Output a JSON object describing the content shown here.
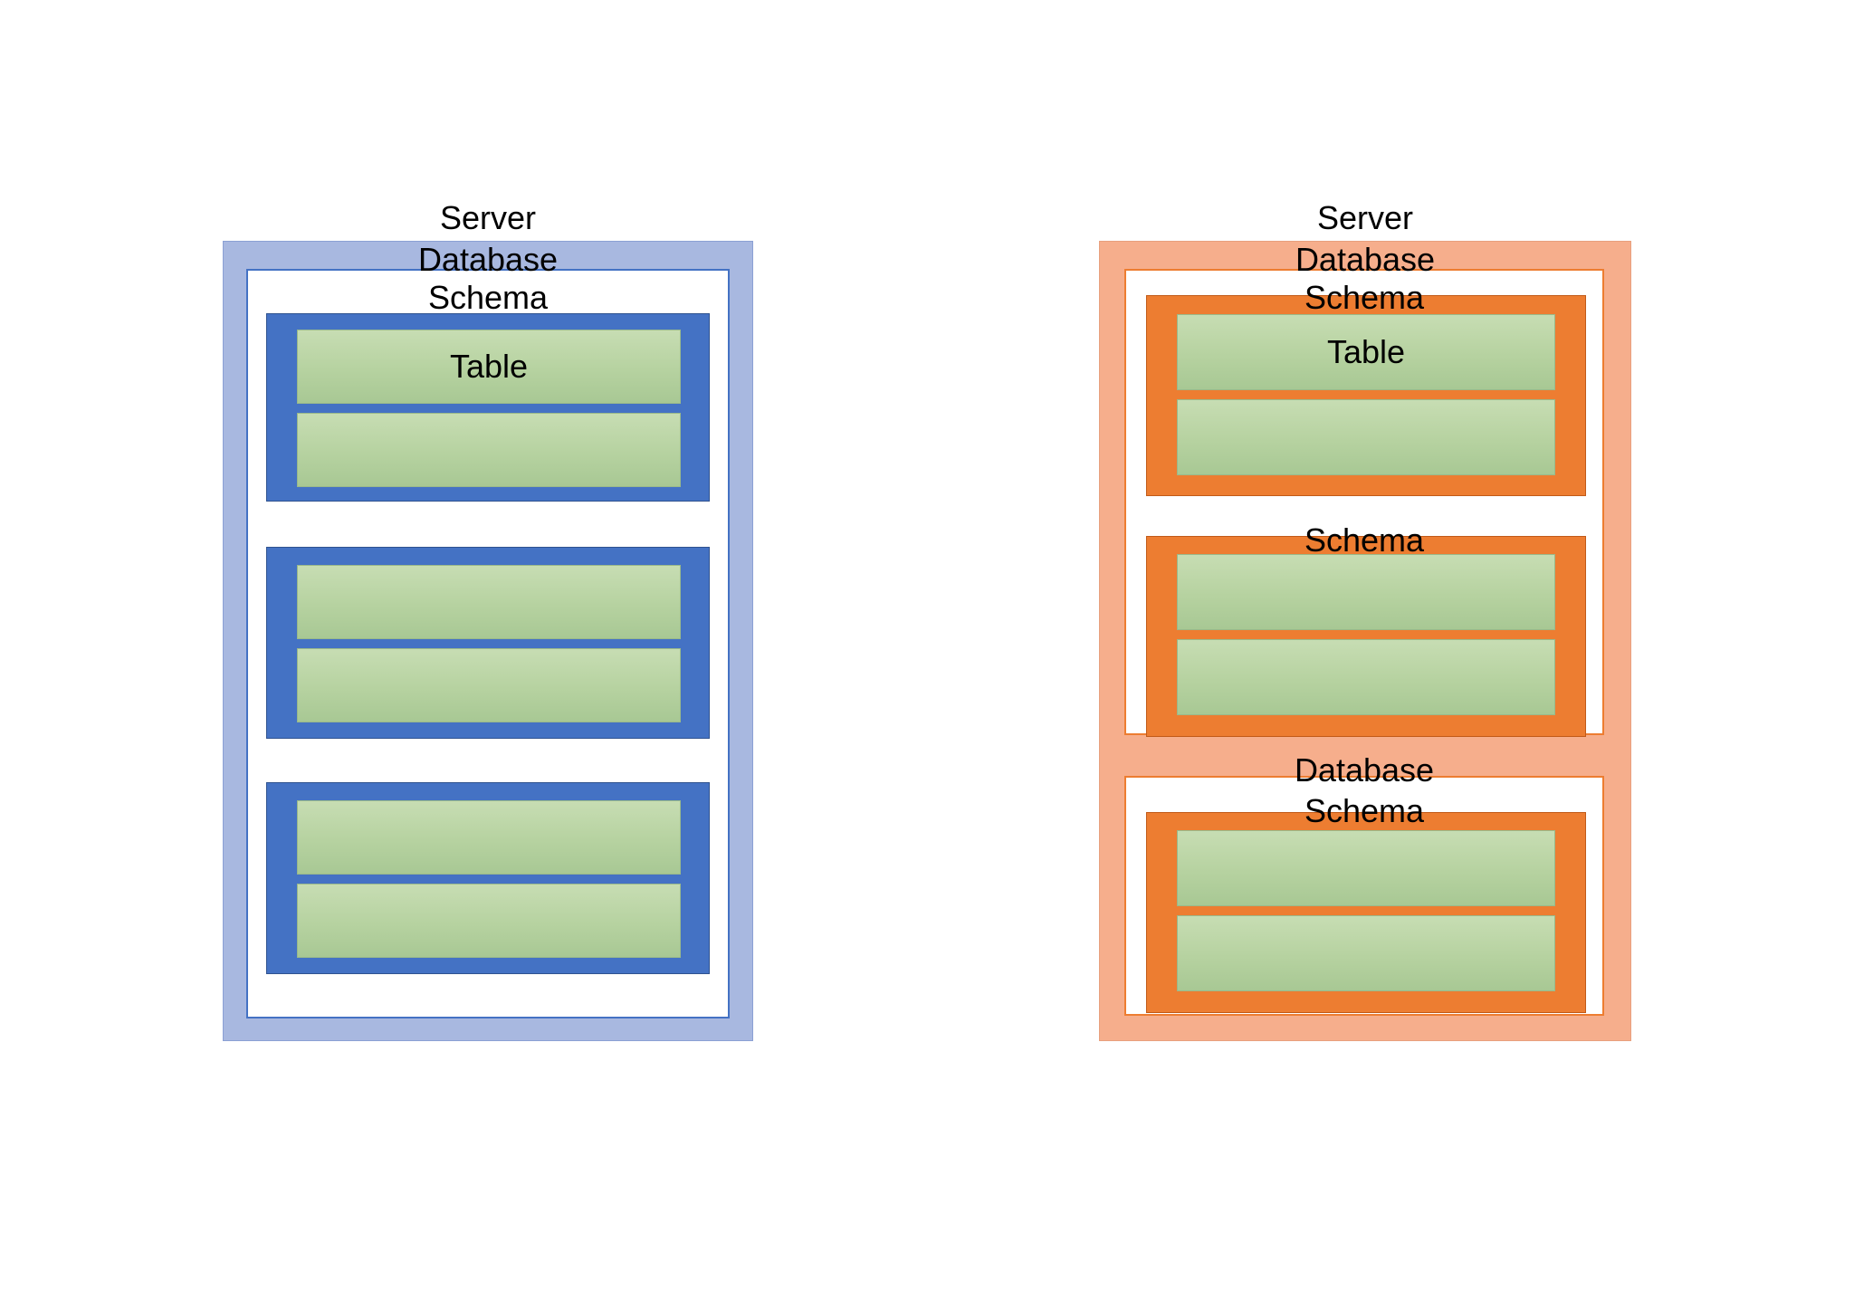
{
  "diagram": {
    "title_visible": false,
    "colors": {
      "server_blue": "#A8B8E0",
      "database_blue_border": "#4472C4",
      "schema_blue": "#4472C4",
      "server_orange": "#F6AE8C",
      "database_orange_border": "#ED7D31",
      "schema_orange": "#ED7D31",
      "table_green": "#B6D2A0",
      "background": "#FFFFFF",
      "text": "#000000"
    },
    "labels": {
      "server": "Server",
      "database": "Database",
      "schema": "Schema",
      "table": "Table"
    }
  },
  "left_diagram": {
    "variant": "blue",
    "server_label": "Server",
    "database_label": "Database",
    "schema_label": "Schema",
    "table_label": "Table",
    "databases": [
      {
        "label": "Database",
        "schemas": [
          {
            "label": "Schema",
            "tables": [
              {
                "label": "Table"
              },
              {
                "label": ""
              }
            ]
          },
          {
            "label": "",
            "tables": [
              {
                "label": ""
              },
              {
                "label": ""
              }
            ]
          },
          {
            "label": "",
            "tables": [
              {
                "label": ""
              },
              {
                "label": ""
              }
            ]
          }
        ]
      }
    ]
  },
  "right_diagram": {
    "variant": "orange",
    "server_label": "Server",
    "database_label_1": "Database",
    "database_label_2": "Database",
    "schema_label_1": "Schema",
    "schema_label_2": "Schema",
    "schema_label_3": "Schema",
    "table_label": "Table",
    "databases": [
      {
        "label": "Database",
        "schemas": [
          {
            "label": "Schema",
            "tables": [
              {
                "label": "Table"
              },
              {
                "label": ""
              }
            ]
          },
          {
            "label": "Schema",
            "tables": [
              {
                "label": ""
              },
              {
                "label": ""
              }
            ]
          }
        ]
      },
      {
        "label": "Database",
        "schemas": [
          {
            "label": "Schema",
            "tables": [
              {
                "label": ""
              },
              {
                "label": ""
              }
            ]
          }
        ]
      }
    ]
  }
}
